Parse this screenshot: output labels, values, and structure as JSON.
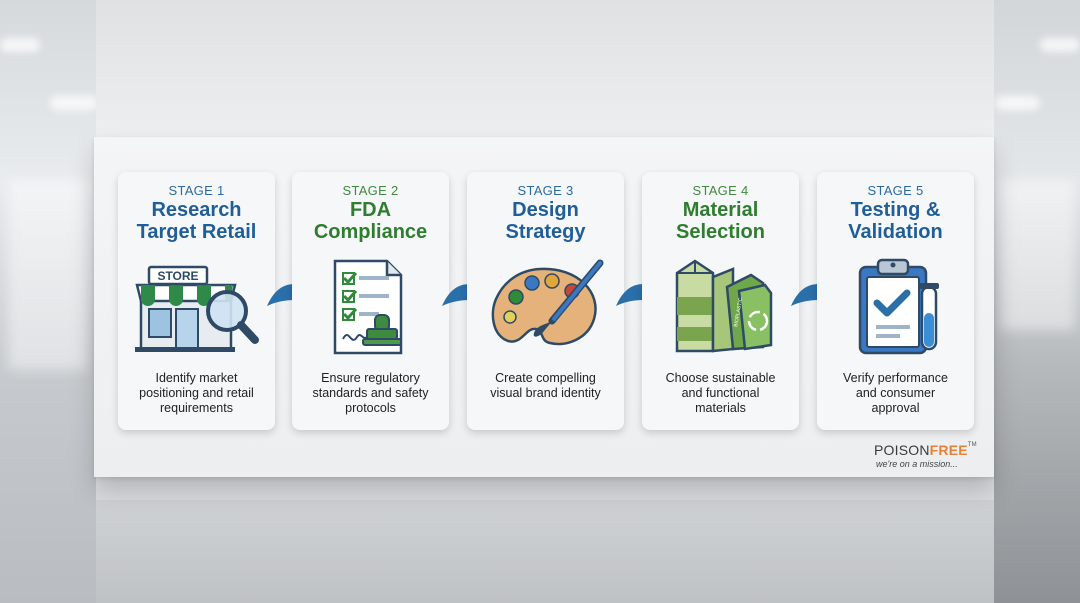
{
  "stages": [
    {
      "label": "STAGE 1",
      "title_lines": [
        "Research",
        "Target Retail"
      ],
      "desc_lines": [
        "Identify market",
        "positioning and retail",
        "requirements"
      ],
      "icon": "store-magnifier-icon",
      "sign_text": "STORE"
    },
    {
      "label": "STAGE 2",
      "title_lines": [
        "FDA",
        "Compliance"
      ],
      "desc_lines": [
        "Ensure regulatory",
        "standards and safety",
        "protocols"
      ],
      "icon": "checklist-stamp-icon"
    },
    {
      "label": "STAGE 3",
      "title_lines": [
        "Design",
        "Strategy"
      ],
      "desc_lines": [
        "Create compelling",
        "visual brand identity"
      ],
      "icon": "paint-palette-icon"
    },
    {
      "label": "STAGE 4",
      "title_lines": [
        "Material",
        "Selection"
      ],
      "desc_lines": [
        "Choose sustainable",
        "and functional",
        "materials"
      ],
      "icon": "eco-packaging-icon",
      "package_text": "BIOPLASTIC"
    },
    {
      "label": "STAGE 5",
      "title_lines": [
        "Testing &",
        "Validation"
      ],
      "desc_lines": [
        "Verify performance",
        "and consumer",
        "approval"
      ],
      "icon": "clipboard-testtube-icon"
    }
  ],
  "brand": {
    "name_part1": "POISON",
    "name_part2": "FREE",
    "trademark": "TM",
    "tagline": "we're on a mission..."
  },
  "colors": {
    "blue_label": "#2b6aa3",
    "blue_title": "#1f5e98",
    "green_label": "#3f8a3e",
    "green_title": "#2f7d2f",
    "arrow": "#2a6fa8",
    "brand_accent": "#e6813a"
  }
}
